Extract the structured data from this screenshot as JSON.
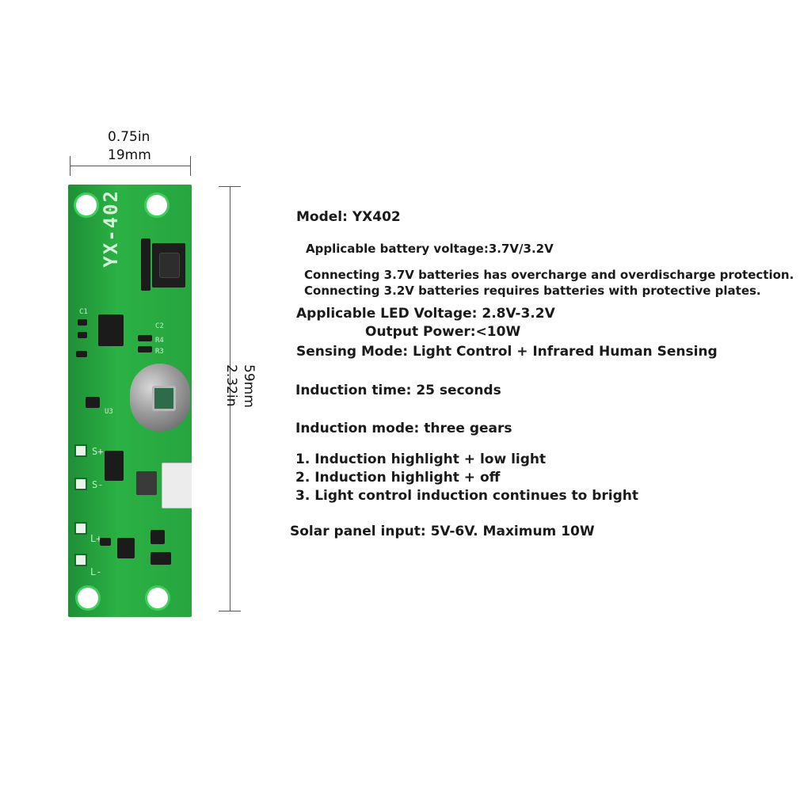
{
  "dimensions": {
    "width_in": "0.75in",
    "width_mm": "19mm",
    "height_in": "2.32in",
    "height_mm": "59mm"
  },
  "board": {
    "name": "YX-402",
    "silk_c1": "C1",
    "silk_c2": "C2",
    "silk_r4": "R4",
    "silk_r3": "R3",
    "silk_u3": "U3",
    "silk_s_plus": "S+",
    "silk_s_minus": "S-",
    "silk_l_plus": "L+",
    "silk_l_minus": "L-"
  },
  "specs": {
    "model": "Model: YX402",
    "battery_voltage": "Applicable battery voltage:3.7V/3.2V",
    "note_37": "Connecting 3.7V batteries has overcharge and overdischarge protection.",
    "note_32": "Connecting 3.2V batteries requires batteries with protective plates.",
    "led_voltage": "Applicable LED Voltage: 2.8V-3.2V",
    "output_power": "Output Power:<10W",
    "sensing_mode": "Sensing Mode: Light Control + Infrared Human Sensing",
    "induction_time": "Induction time: 25 seconds",
    "induction_mode": "Induction mode: three gears",
    "mode_1": "1. Induction highlight + low light",
    "mode_2": "2. Induction highlight + off",
    "mode_3": "3. Light control induction continues to bright",
    "solar_input": "Solar panel input: 5V-6V. Maximum 10W"
  },
  "colors": {
    "pcb_green": "#27a53f",
    "text": "#1a1a1a"
  }
}
